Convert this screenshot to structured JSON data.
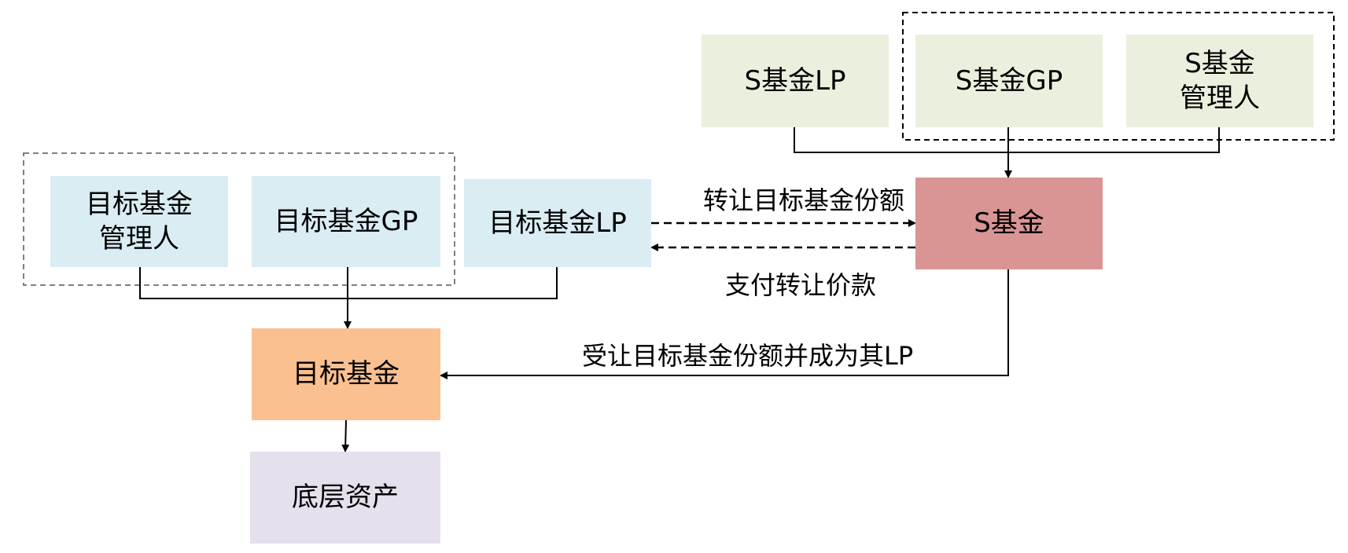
{
  "colors": {
    "blue": "#daedf3",
    "green": "#ebf0de",
    "red": "#d99594",
    "orange": "#fac090",
    "purple": "#e5e0ec",
    "line": "#000000",
    "dashed_group": "#808080"
  },
  "nodes": {
    "target_manager": "目标基金\n管理人",
    "target_gp": "目标基金GP",
    "target_lp": "目标基金LP",
    "target_fund": "目标基金",
    "underlying_assets": "底层资产",
    "s_lp": "S基金LP",
    "s_gp": "S基金GP",
    "s_manager": "S基金\n管理人",
    "s_fund": "S基金"
  },
  "edges": {
    "transfer_share": "转让目标基金份额",
    "pay_price": "支付转让价款",
    "receive_share": "受让目标基金份额并成为其LP"
  }
}
